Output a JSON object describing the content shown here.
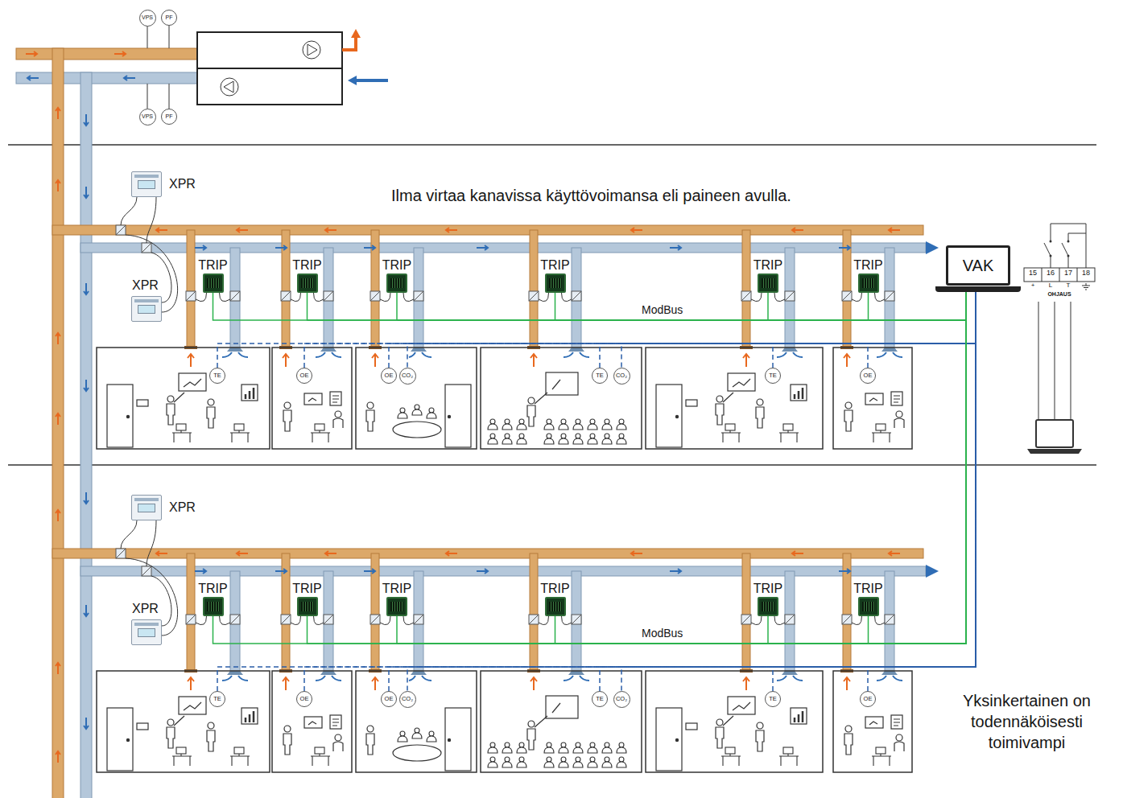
{
  "diagram": {
    "nodes": [
      {
        "text": [
          "VPS"
        ]
      },
      {
        "text": [
          "PF"
        ]
      },
      {
        "text": [
          "VPS"
        ]
      },
      {
        "text": [
          "PF"
        ]
      },
      {
        "text": [
          "XPR"
        ]
      },
      {
        "text": [
          "XPR"
        ]
      },
      {
        "text": [
          "TRIP"
        ]
      },
      {
        "text": [
          "TRIP"
        ]
      },
      {
        "text": [
          "TRIP"
        ]
      },
      {
        "text": [
          "TRIP"
        ]
      },
      {
        "text": [
          "TRIP"
        ]
      },
      {
        "text": [
          "TRIP"
        ]
      },
      {
        "text": [
          "VAK"
        ]
      },
      {
        "text": [
          "TE"
        ]
      },
      {
        "text": [
          "OE"
        ]
      },
      {
        "text": [
          "OE"
        ]
      },
      {
        "text": [
          "CO₂"
        ]
      },
      {
        "text": [
          "TE"
        ]
      },
      {
        "text": [
          "CO₂"
        ]
      },
      {
        "text": [
          "TE"
        ]
      },
      {
        "text": [
          "OE"
        ]
      },
      {
        "text": [
          "XPR"
        ]
      },
      {
        "text": [
          "XPR"
        ]
      },
      {
        "text": [
          "TRIP"
        ]
      },
      {
        "text": [
          "TRIP"
        ]
      },
      {
        "text": [
          "TRIP"
        ]
      },
      {
        "text": [
          "TRIP"
        ]
      },
      {
        "text": [
          "TRIP"
        ]
      },
      {
        "text": [
          "TRIP"
        ]
      },
      {
        "text": [
          "TE"
        ]
      },
      {
        "text": [
          "OE"
        ]
      },
      {
        "text": [
          "OE"
        ]
      },
      {
        "text": [
          "CO₂"
        ]
      },
      {
        "text": [
          "TE"
        ]
      },
      {
        "text": [
          "CO₂"
        ]
      },
      {
        "text": [
          "TE"
        ]
      },
      {
        "text": [
          "OE"
        ]
      }
    ],
    "edges": [
      {
        "from": 6,
        "to": 12,
        "arrow": "none"
      },
      {
        "from": 7,
        "to": 12,
        "arrow": "none"
      },
      {
        "from": 8,
        "to": 12,
        "arrow": "none"
      },
      {
        "from": 9,
        "to": 12,
        "arrow": "none"
      },
      {
        "from": 10,
        "to": 12,
        "arrow": "none"
      },
      {
        "from": 11,
        "to": 12,
        "arrow": "none"
      },
      {
        "from": 13,
        "to": 12,
        "arrow": "none"
      },
      {
        "from": 14,
        "to": 12,
        "arrow": "none"
      },
      {
        "from": 15,
        "to": 12,
        "arrow": "none"
      },
      {
        "from": 16,
        "to": 12,
        "arrow": "none"
      },
      {
        "from": 17,
        "to": 12,
        "arrow": "none"
      },
      {
        "from": 18,
        "to": 12,
        "arrow": "none"
      },
      {
        "from": 19,
        "to": 12,
        "arrow": "none"
      },
      {
        "from": 20,
        "to": 12,
        "arrow": "none"
      },
      {
        "from": 23,
        "to": 12,
        "arrow": "none"
      },
      {
        "from": 24,
        "to": 12,
        "arrow": "none"
      },
      {
        "from": 25,
        "to": 12,
        "arrow": "none"
      },
      {
        "from": 26,
        "to": 12,
        "arrow": "none"
      },
      {
        "from": 27,
        "to": 12,
        "arrow": "none"
      },
      {
        "from": 28,
        "to": 12,
        "arrow": "none"
      },
      {
        "from": 29,
        "to": 12,
        "arrow": "none"
      },
      {
        "from": 30,
        "to": 12,
        "arrow": "none"
      },
      {
        "from": 31,
        "to": 12,
        "arrow": "none"
      },
      {
        "from": 32,
        "to": 12,
        "arrow": "none"
      },
      {
        "from": 33,
        "to": 12,
        "arrow": "none"
      },
      {
        "from": 34,
        "to": 12,
        "arrow": "none"
      },
      {
        "from": 35,
        "to": 12,
        "arrow": "none"
      },
      {
        "from": 36,
        "to": 12,
        "arrow": "none"
      }
    ],
    "labels": [
      "Ilma virtaa kanavissa käyttövoimansa eli paineen avulla.",
      "ModBus",
      "ModBus",
      "15",
      "16",
      "17",
      "18",
      "+",
      "L",
      "T",
      "OHJAUS",
      "Yksinkertainen on todennäköisesti toimivampi"
    ]
  }
}
